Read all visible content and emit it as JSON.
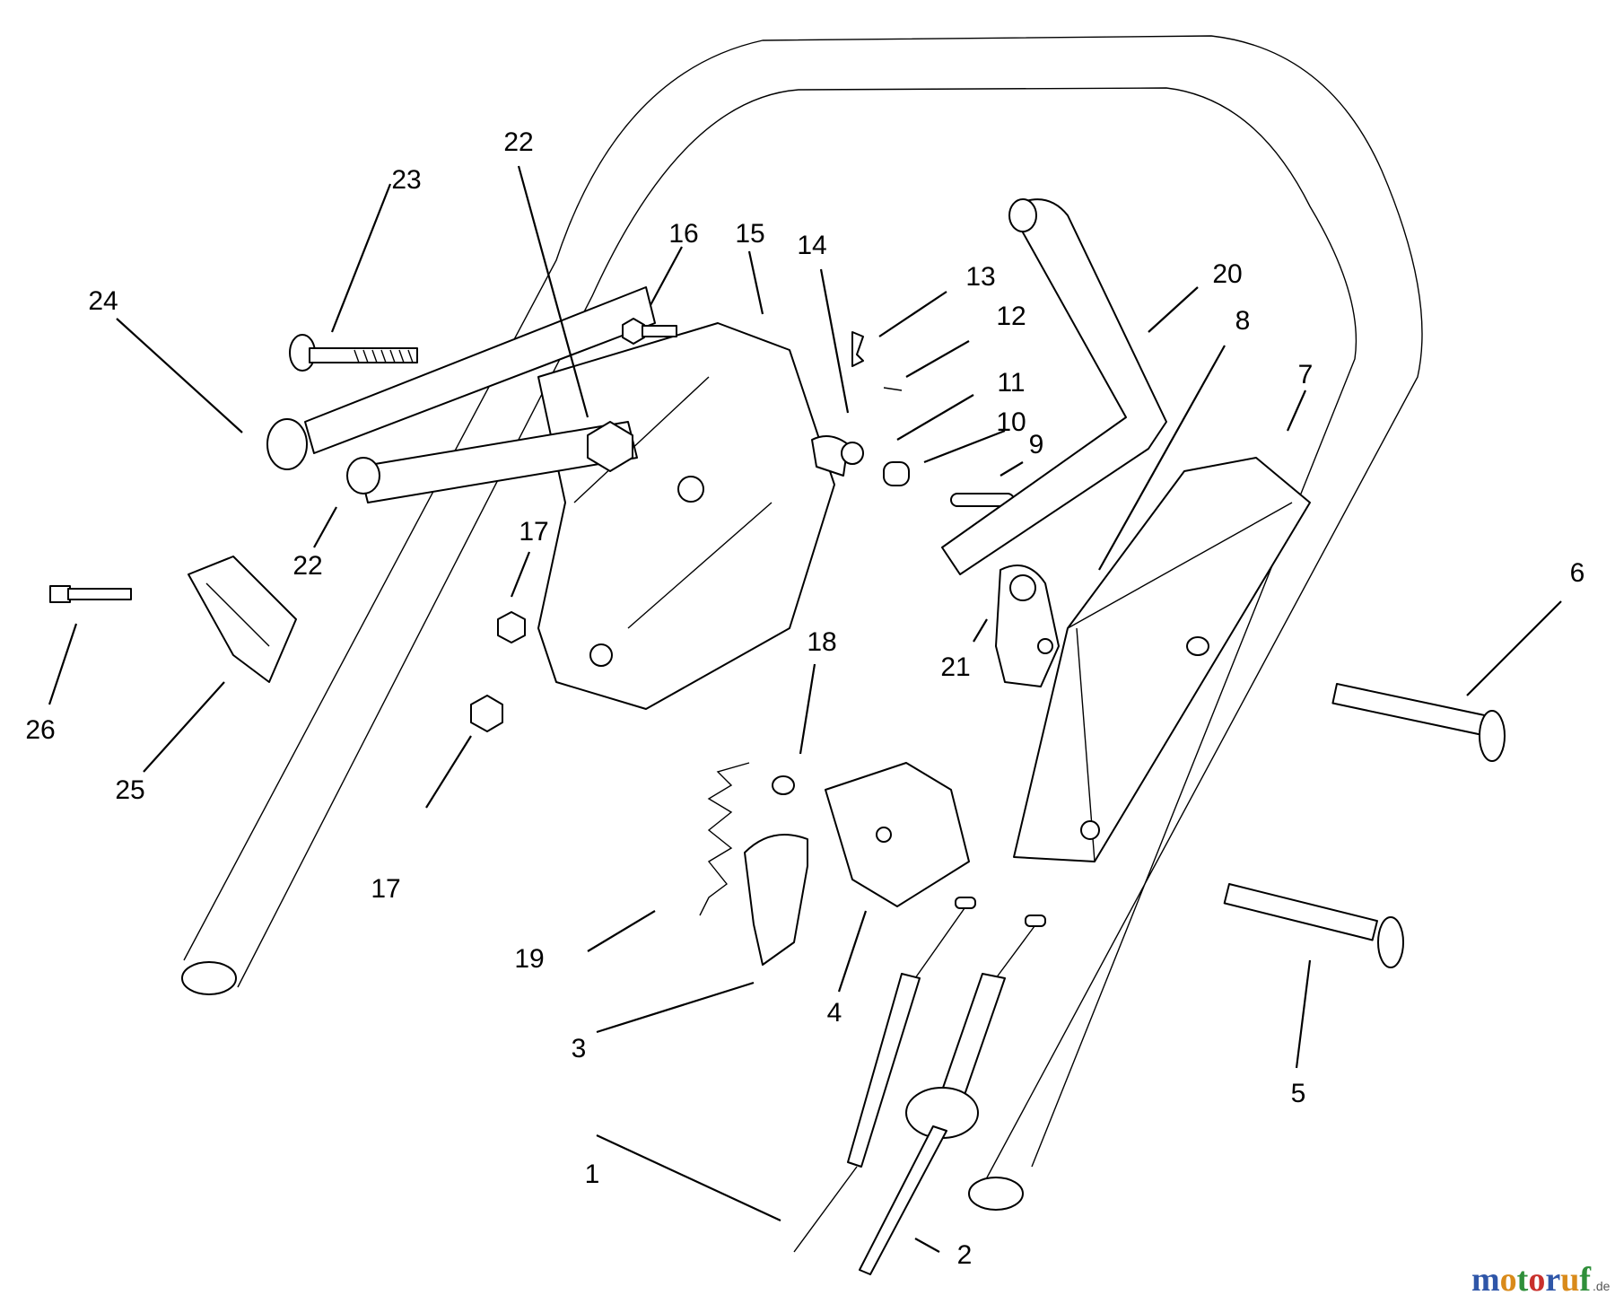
{
  "diagram": {
    "callouts": [
      "1",
      "2",
      "3",
      "4",
      "5",
      "6",
      "7",
      "8",
      "9",
      "10",
      "11",
      "12",
      "13",
      "14",
      "15",
      "16",
      "17",
      "17",
      "18",
      "19",
      "20",
      "21",
      "22",
      "22",
      "23",
      "24",
      "25",
      "26"
    ]
  },
  "watermark": {
    "letters": [
      "m",
      "o",
      "t",
      "o",
      "r",
      "u",
      "f"
    ],
    "colors": [
      "#2f56a8",
      "#d98a1a",
      "#2f8f3a",
      "#c9302c",
      "#2f56a8",
      "#d98a1a",
      "#2f8f3a"
    ],
    "suffix": ".de"
  }
}
